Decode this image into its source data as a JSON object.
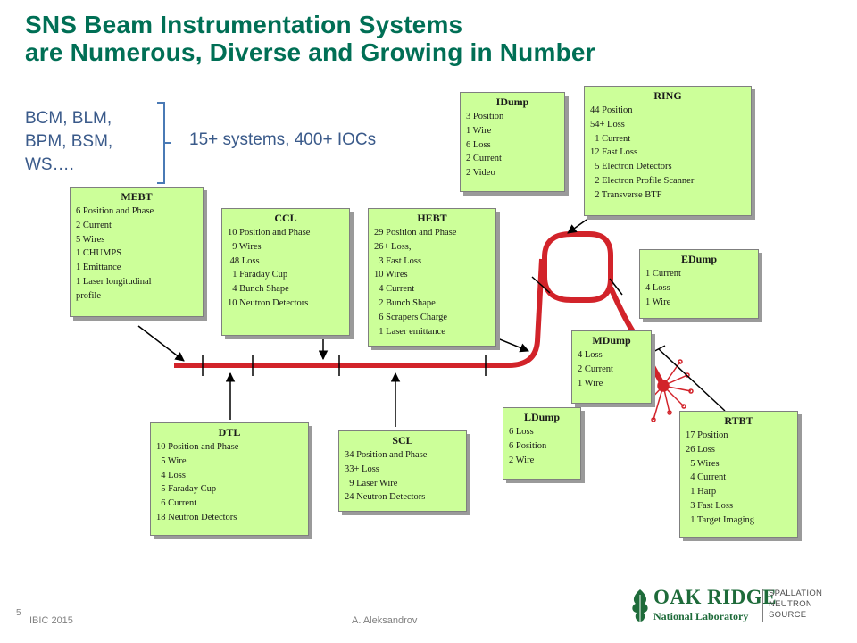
{
  "title_line1": "SNS Beam Instrumentation Systems",
  "title_line2": "are Numerous, Diverse and Growing in Number",
  "left_list": [
    "BCM, BLM,",
    "BPM, BSM,",
    "WS…."
  ],
  "summary": "15+ systems, 400+ IOCs",
  "colors": {
    "title": "#006f55",
    "box_fill": "#ccff99",
    "beamline": "#d2232a",
    "text_blue": "#3a5a8a"
  },
  "boxes": {
    "mebt": {
      "title": "MEBT",
      "lines": [
        "6 Position and Phase",
        "2 Current",
        "5 Wires",
        "1 CHUMPS",
        "1 Emittance",
        "1 Laser longitudinal",
        "profile"
      ]
    },
    "ccl": {
      "title": "CCL",
      "lines": [
        "10 Position and Phase",
        "  9 Wires",
        " 48 Loss",
        "  1 Faraday Cup",
        "  4 Bunch Shape",
        "10 Neutron Detectors"
      ]
    },
    "hebt": {
      "title": "HEBT",
      "lines": [
        "29 Position and Phase",
        "26+ Loss,",
        "  3 Fast Loss",
        "10 Wires",
        "  4 Current",
        "  2 Bunch Shape",
        "  6 Scrapers Charge",
        "  1 Laser emittance"
      ]
    },
    "idump": {
      "title": "IDump",
      "lines": [
        "3 Position",
        "1 Wire",
        "6 Loss",
        "2 Current",
        "2 Video"
      ]
    },
    "ring": {
      "title": "RING",
      "lines": [
        "44 Position",
        "54+ Loss",
        "  1 Current",
        "12 Fast Loss",
        "  5 Electron Detectors",
        "  2 Electron Profile Scanner",
        "  2 Transverse BTF"
      ]
    },
    "edump": {
      "title": "EDump",
      "lines": [
        "1 Current",
        "4 Loss",
        "1 Wire"
      ]
    },
    "mdump": {
      "title": "MDump",
      "lines": [
        "4 Loss",
        "2 Current",
        "1 Wire"
      ]
    },
    "ldump": {
      "title": "LDump",
      "lines": [
        "6 Loss",
        "6 Position",
        "2 Wire"
      ]
    },
    "rtbt": {
      "title": "RTBT",
      "lines": [
        "17 Position",
        "26 Loss",
        "  5 Wires",
        "  4 Current",
        "  1 Harp",
        "  3 Fast Loss",
        "  1 Target Imaging"
      ]
    },
    "dtl": {
      "title": "DTL",
      "lines": [
        "10 Position and Phase",
        "  5 Wire",
        "  4 Loss",
        "  5 Faraday Cup",
        "  6 Current",
        "18 Neutron Detectors"
      ]
    },
    "scl": {
      "title": "SCL",
      "lines": [
        "34 Position and Phase",
        "33+ Loss",
        "  9 Laser Wire",
        "24 Neutron Detectors"
      ]
    }
  },
  "footer": {
    "slide_number": "5",
    "conference": "IBIC 2015",
    "author": "A. Aleksandrov"
  },
  "logo": {
    "org_line1": "OAK RIDGE",
    "org_line2": "National Laboratory",
    "division": [
      "SPALLATION",
      "NEUTRON",
      "SOURCE"
    ]
  }
}
